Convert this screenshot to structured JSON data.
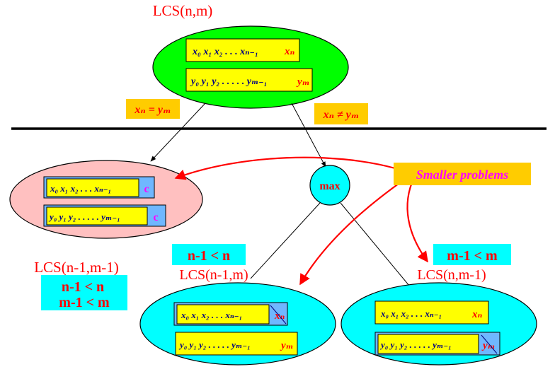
{
  "colors": {
    "root_ellipse": "#00ff00",
    "left_ellipse": "#ffc0c0",
    "bottom_ellipse": "#00ffff",
    "strip": "#ffff00",
    "strip_tail": "#6fb7ff",
    "red": "#ff0000",
    "magenta": "#ff00ff",
    "orange_box": "#ffcc00",
    "navy": "#000080"
  },
  "labels": {
    "root_title": "LCS(n,m)",
    "cond_equal": "xₙ = yₘ",
    "cond_not_equal": "xₙ ≠ yₘ",
    "max_node": "max",
    "smaller_problems": "Smaller problems",
    "left_title": "LCS(n-1,m-1)",
    "left_ineq1": "n-1 < n",
    "left_ineq2": "m-1 < m",
    "mid_ineq": "n-1 < n",
    "mid_title": "LCS(n-1,m)",
    "right_ineq": "m-1 < m",
    "right_title": "LCS(n,m-1)",
    "c_char": "c"
  },
  "sequences": {
    "x_full_head": "x₀ x₁ x₂ . . .  xₙ₋₁",
    "x_full_tail": "xₙ",
    "y_full_head": "y₀ y₁ y₂ . . . . . yₘ₋₁",
    "y_full_tail": "yₘ",
    "x_short": "x₀ x₁ x₂ . . .  xₙ₋₁",
    "y_short": "y₀ y₁ y₂ . . . . . yₘ₋₁"
  }
}
